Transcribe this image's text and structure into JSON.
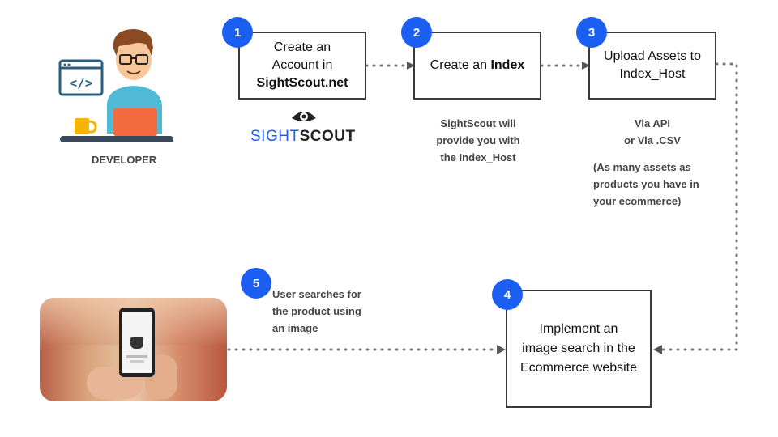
{
  "developer": {
    "label": "DEVELOPER",
    "code_glyph": "</>"
  },
  "logo": {
    "part1": "SIGHT",
    "part2": "SCOUT",
    "part1_color": "#1a5ff2",
    "part2_color": "#222222"
  },
  "steps": [
    {
      "number": "1",
      "lines": [
        "Create an",
        "Account in"
      ],
      "bold": "SightScout.net"
    },
    {
      "number": "2",
      "text": "Create an ",
      "bold": "Index"
    },
    {
      "number": "3",
      "lines": [
        "Upload Assets to",
        "Index_Host"
      ]
    },
    {
      "number": "4",
      "lines": [
        "Implement an",
        "image search in the",
        "Ecommerce website"
      ]
    },
    {
      "number": "5"
    }
  ],
  "notes": {
    "step2": [
      "SightScout will",
      "provide you with",
      "the Index_Host"
    ],
    "step3": [
      "Via API",
      "or Via .CSV"
    ],
    "step3_extra": [
      "(As many assets as",
      "products you have in",
      "your ecommerce)"
    ],
    "step5": [
      "User searches for",
      "the product using",
      "an image"
    ]
  },
  "colors": {
    "badge": "#1a5ff2",
    "border": "#3a3a3a",
    "connector": "#777777"
  }
}
